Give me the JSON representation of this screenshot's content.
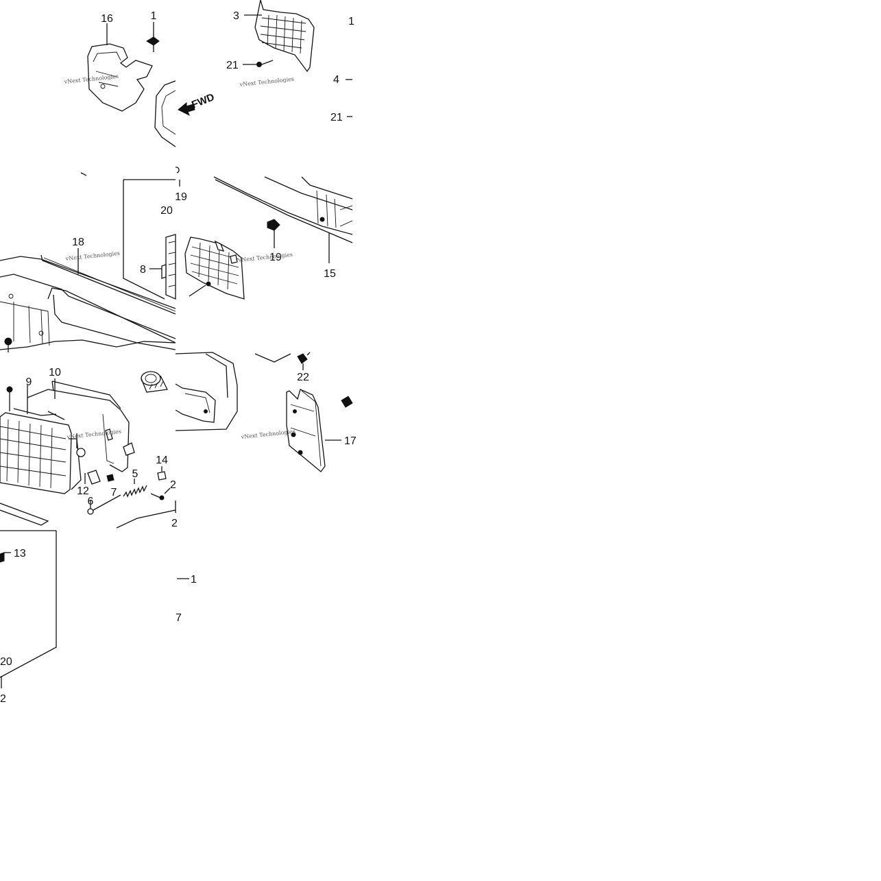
{
  "callouts": {
    "c16": "16",
    "c1a": "1",
    "c3": "3",
    "c1b": "1",
    "c21a": "21",
    "c4": "4",
    "c21b": "21",
    "c19a": "19",
    "c20a": "20",
    "c18": "18",
    "c8": "8",
    "c19b": "19",
    "c15": "15",
    "c9": "9",
    "c10": "10",
    "c22": "22",
    "c17": "17",
    "c14": "14",
    "c5": "5",
    "c2a": "2",
    "c12": "12",
    "c7a": "7",
    "c6": "6",
    "c2b": "2",
    "c13": "13",
    "c1c": "1",
    "c7b": "7",
    "c20b": "20",
    "c2c": "2"
  },
  "fwd_label": "FWD",
  "watermark_text": "vNext Technologies",
  "colors": {
    "line": "#111111",
    "background": "#ffffff",
    "watermark": "#555555"
  }
}
